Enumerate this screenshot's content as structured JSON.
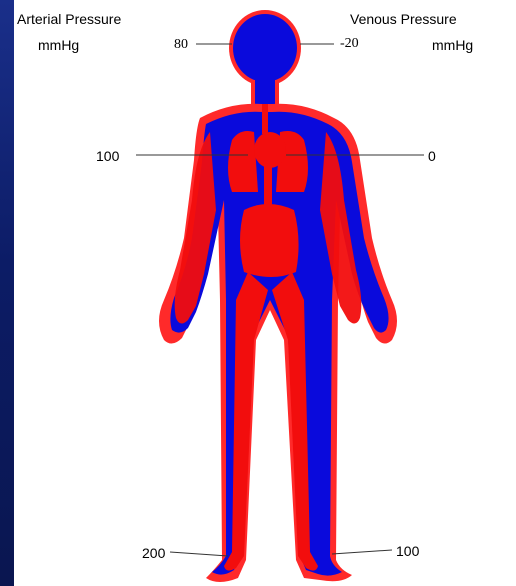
{
  "header": {
    "arterial_title": "Arterial  Pressure",
    "arterial_unit": "mmHg",
    "venous_title": "Venous Pressure",
    "venous_unit": "mmHg"
  },
  "pressures": {
    "head_arterial": "80",
    "head_venous": "-20",
    "heart_arterial": "100",
    "heart_venous": "0",
    "feet_arterial": "200",
    "feet_venous": "100"
  },
  "colors": {
    "background": "#0c1c66",
    "panel": "#ffffff",
    "venous_blood": "#0a0adc",
    "arterial_blood": "#f20d0d",
    "outline": "#ff2a2a"
  }
}
